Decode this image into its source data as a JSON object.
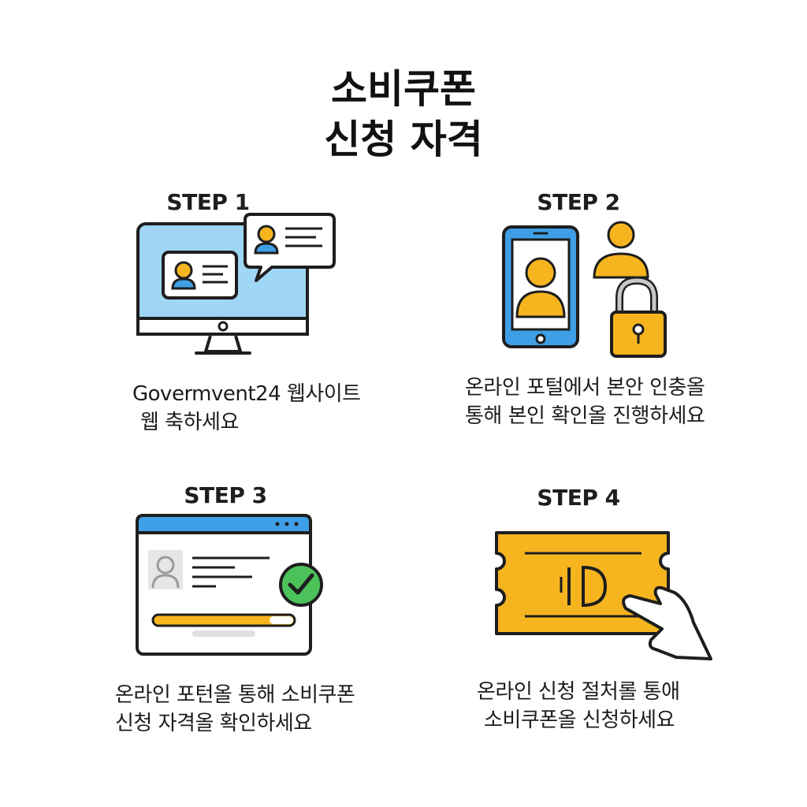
{
  "title": {
    "line1": "소비쿠폰",
    "line2": "신청 자격"
  },
  "steps": [
    {
      "label": "STEP 1",
      "line1": "Govermvent24 웹사이트",
      "line2": "웹 축하세요"
    },
    {
      "label": "STEP 2",
      "line1": "온라인 포털에서 본안 인충올",
      "line2": "통해 본인 확인올 진행하세요"
    },
    {
      "label": "STEP 3",
      "line1": "온라인 포턴올 통해 소비쿠폰",
      "line2": "신청 자격올 확인하세요"
    },
    {
      "label": "STEP 4",
      "line1": "온라인 신청 절처롤 통애",
      "line2": "소비쿠폰올 신청하세요"
    }
  ],
  "colors": {
    "blue": "#3f9fe6",
    "light_blue": "#9fd6f4",
    "orange": "#f6b51f",
    "green": "#4cc25a",
    "outline": "#1e1e1e"
  },
  "icons": {
    "step1": "monitor-profile-chat-icon",
    "step2": "phone-user-lock-icon",
    "step3": "browser-profile-check-icon",
    "step4": "coupon-ticket-hand-icon"
  }
}
